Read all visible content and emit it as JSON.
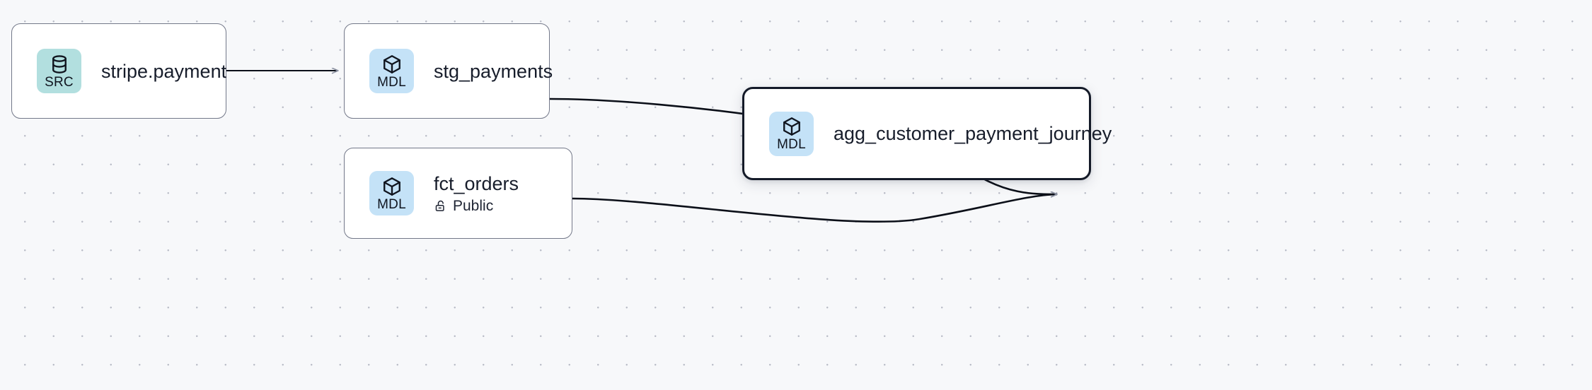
{
  "graph": {
    "background": {
      "color": "#f7f8fa",
      "dot_color": "#b9bcc7",
      "grid_spacing": 40.5
    },
    "colors": {
      "node_border": "#737889",
      "node_selected_border": "#141a28",
      "node_fill": "#ffffff",
      "badge_src_fill": "#b2dfdf",
      "badge_mdl_fill": "#c4e2f7",
      "edge_stroke": "#0b0f18",
      "arrowhead": "#8d93a3",
      "text": "#171d2b"
    },
    "nodes": [
      {
        "id": "stripe-payment",
        "title": "stripe.payment",
        "badge_label": "SRC",
        "badge_icon": "database-icon",
        "badge_kind": "src",
        "selected": false,
        "subtitle": null,
        "subtitle_icon": null
      },
      {
        "id": "stg-payments",
        "title": "stg_payments",
        "badge_label": "MDL",
        "badge_icon": "cube-icon",
        "badge_kind": "mdl",
        "selected": false,
        "subtitle": null,
        "subtitle_icon": null
      },
      {
        "id": "fct-orders",
        "title": "fct_orders",
        "badge_label": "MDL",
        "badge_icon": "cube-icon",
        "badge_kind": "mdl",
        "selected": false,
        "subtitle": "Public",
        "subtitle_icon": "unlocked-padlock-icon"
      },
      {
        "id": "agg-customer-payment-journey",
        "title": "agg_customer_payment_journey",
        "badge_label": "MDL",
        "badge_icon": "cube-icon",
        "badge_kind": "mdl",
        "selected": true,
        "subtitle": null,
        "subtitle_icon": null
      }
    ],
    "edges": [
      {
        "id": "edge-stripe-to-stg",
        "from": "stripe-payment",
        "to": "stg-payments",
        "style": "straight"
      },
      {
        "id": "edge-stg-to-agg",
        "from": "stg-payments",
        "to": "agg-customer-payment-journey",
        "style": "bezier"
      },
      {
        "id": "edge-fct-to-agg",
        "from": "fct-orders",
        "to": "agg-customer-payment-journey",
        "style": "bezier"
      }
    ]
  }
}
